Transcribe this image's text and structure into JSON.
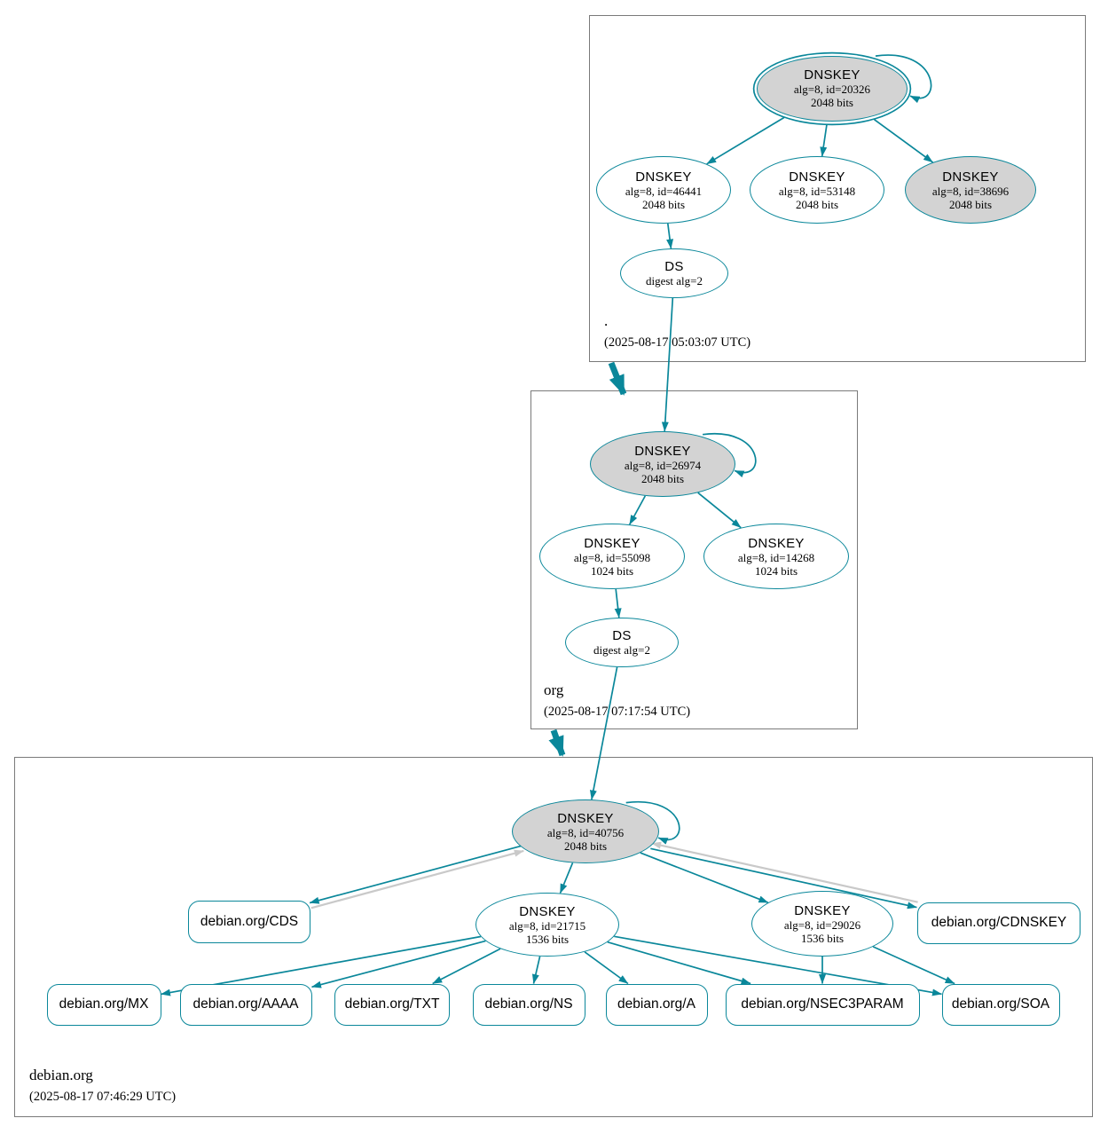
{
  "colors": {
    "secure_edge": "#0a879a",
    "info_edge": "#c9c9c9",
    "key_fill": "#d3d3d3",
    "zone_border": "#7a7a7a"
  },
  "zones": [
    {
      "id": "root",
      "label": ".",
      "timestamp": "(2025-08-17 05:03:07 UTC)",
      "nodes": [
        {
          "id": "key-20326",
          "kind": "dnskey",
          "title": "DNSKEY",
          "detail1": "alg=8, id=20326",
          "detail2": "2048 bits",
          "gray": true,
          "double": true,
          "self_loop": true
        },
        {
          "id": "key-46441",
          "kind": "dnskey",
          "title": "DNSKEY",
          "detail1": "alg=8, id=46441",
          "detail2": "2048 bits"
        },
        {
          "id": "key-53148",
          "kind": "dnskey",
          "title": "DNSKEY",
          "detail1": "alg=8, id=53148",
          "detail2": "2048 bits"
        },
        {
          "id": "key-38696",
          "kind": "dnskey",
          "title": "DNSKEY",
          "detail1": "alg=8, id=38696",
          "detail2": "2048 bits",
          "gray": true
        },
        {
          "id": "ds-root",
          "kind": "ds",
          "title": "DS",
          "detail1": "digest alg=2"
        }
      ]
    },
    {
      "id": "org",
      "label": "org",
      "timestamp": "(2025-08-17 07:17:54 UTC)",
      "nodes": [
        {
          "id": "key-26974",
          "kind": "dnskey",
          "title": "DNSKEY",
          "detail1": "alg=8, id=26974",
          "detail2": "2048 bits",
          "gray": true,
          "self_loop": true
        },
        {
          "id": "key-55098",
          "kind": "dnskey",
          "title": "DNSKEY",
          "detail1": "alg=8, id=55098",
          "detail2": "1024 bits"
        },
        {
          "id": "key-14268",
          "kind": "dnskey",
          "title": "DNSKEY",
          "detail1": "alg=8, id=14268",
          "detail2": "1024 bits"
        },
        {
          "id": "ds-org",
          "kind": "ds",
          "title": "DS",
          "detail1": "digest alg=2"
        }
      ]
    },
    {
      "id": "debian",
      "label": "debian.org",
      "timestamp": "(2025-08-17 07:46:29 UTC)",
      "nodes": [
        {
          "id": "key-40756",
          "kind": "dnskey",
          "title": "DNSKEY",
          "detail1": "alg=8, id=40756",
          "detail2": "2048 bits",
          "gray": true,
          "self_loop": true
        },
        {
          "id": "key-21715",
          "kind": "dnskey",
          "title": "DNSKEY",
          "detail1": "alg=8, id=21715",
          "detail2": "1536 bits"
        },
        {
          "id": "key-29026",
          "kind": "dnskey",
          "title": "DNSKEY",
          "detail1": "alg=8, id=29026",
          "detail2": "1536 bits"
        },
        {
          "id": "rr-cds",
          "kind": "rrset",
          "label": "debian.org/CDS"
        },
        {
          "id": "rr-cdnskey",
          "kind": "rrset",
          "label": "debian.org/CDNSKEY"
        },
        {
          "id": "rr-mx",
          "kind": "rrset",
          "label": "debian.org/MX"
        },
        {
          "id": "rr-aaaa",
          "kind": "rrset",
          "label": "debian.org/AAAA"
        },
        {
          "id": "rr-txt",
          "kind": "rrset",
          "label": "debian.org/TXT"
        },
        {
          "id": "rr-ns",
          "kind": "rrset",
          "label": "debian.org/NS"
        },
        {
          "id": "rr-a",
          "kind": "rrset",
          "label": "debian.org/A"
        },
        {
          "id": "rr-nsec3param",
          "kind": "rrset",
          "label": "debian.org/NSEC3PARAM"
        },
        {
          "id": "rr-soa",
          "kind": "rrset",
          "label": "debian.org/SOA"
        }
      ]
    }
  ],
  "edges": [
    {
      "from": "key-20326",
      "to": "key-46441",
      "style": "secure"
    },
    {
      "from": "key-20326",
      "to": "key-53148",
      "style": "secure"
    },
    {
      "from": "key-20326",
      "to": "key-38696",
      "style": "secure"
    },
    {
      "from": "key-46441",
      "to": "ds-root",
      "style": "secure"
    },
    {
      "from": "ds-root",
      "to": "key-26974",
      "style": "secure"
    },
    {
      "from": "key-26974",
      "to": "key-55098",
      "style": "secure"
    },
    {
      "from": "key-26974",
      "to": "key-14268",
      "style": "secure"
    },
    {
      "from": "key-55098",
      "to": "ds-org",
      "style": "secure"
    },
    {
      "from": "ds-org",
      "to": "key-40756",
      "style": "secure"
    },
    {
      "from": "key-40756",
      "to": "key-21715",
      "style": "secure"
    },
    {
      "from": "key-40756",
      "to": "key-29026",
      "style": "secure"
    },
    {
      "from": "key-40756",
      "to": "rr-cds",
      "style": "secure"
    },
    {
      "from": "rr-cds",
      "to": "key-40756",
      "style": "info"
    },
    {
      "from": "key-40756",
      "to": "rr-cdnskey",
      "style": "secure"
    },
    {
      "from": "rr-cdnskey",
      "to": "key-40756",
      "style": "info"
    },
    {
      "from": "key-21715",
      "to": "rr-mx",
      "style": "secure"
    },
    {
      "from": "key-21715",
      "to": "rr-aaaa",
      "style": "secure"
    },
    {
      "from": "key-21715",
      "to": "rr-txt",
      "style": "secure"
    },
    {
      "from": "key-21715",
      "to": "rr-ns",
      "style": "secure"
    },
    {
      "from": "key-21715",
      "to": "rr-a",
      "style": "secure"
    },
    {
      "from": "key-21715",
      "to": "rr-nsec3param",
      "style": "secure"
    },
    {
      "from": "key-21715",
      "to": "rr-soa",
      "style": "secure"
    },
    {
      "from": "key-29026",
      "to": "rr-nsec3param",
      "style": "secure"
    },
    {
      "from": "key-29026",
      "to": "rr-soa",
      "style": "secure"
    }
  ],
  "delegations": [
    {
      "from": "root",
      "to": "org",
      "style": "secure"
    },
    {
      "from": "org",
      "to": "debian",
      "style": "secure"
    }
  ]
}
